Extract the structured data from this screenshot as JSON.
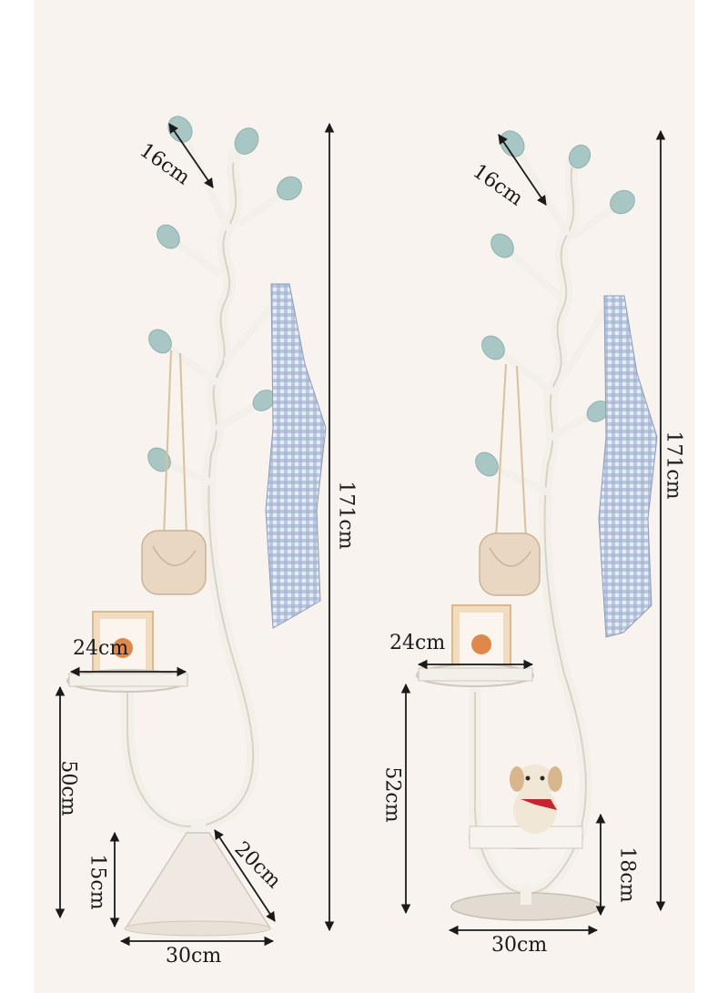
{
  "colors": {
    "background": "#f8f3ee",
    "frame": "#ffffff",
    "stand": "#f3efe9",
    "stand_shadow": "#d9d2c8",
    "hook_ball": "#a8c6c4",
    "bag": "#ead7c2",
    "scarf": "#9aa7c4",
    "text": "#1a1a1a"
  },
  "left_product": {
    "labels": {
      "hook_length": "16cm",
      "total_height": "171cm",
      "tray_diameter": "24cm",
      "tray_height": "50cm",
      "base_height": "15cm",
      "base_slant": "20cm",
      "base_width": "30cm"
    }
  },
  "right_product": {
    "labels": {
      "hook_length": "16cm",
      "total_height": "171cm",
      "tray_diameter": "24cm",
      "tray_height": "52cm",
      "basket_height": "18cm",
      "base_width": "30cm"
    }
  }
}
